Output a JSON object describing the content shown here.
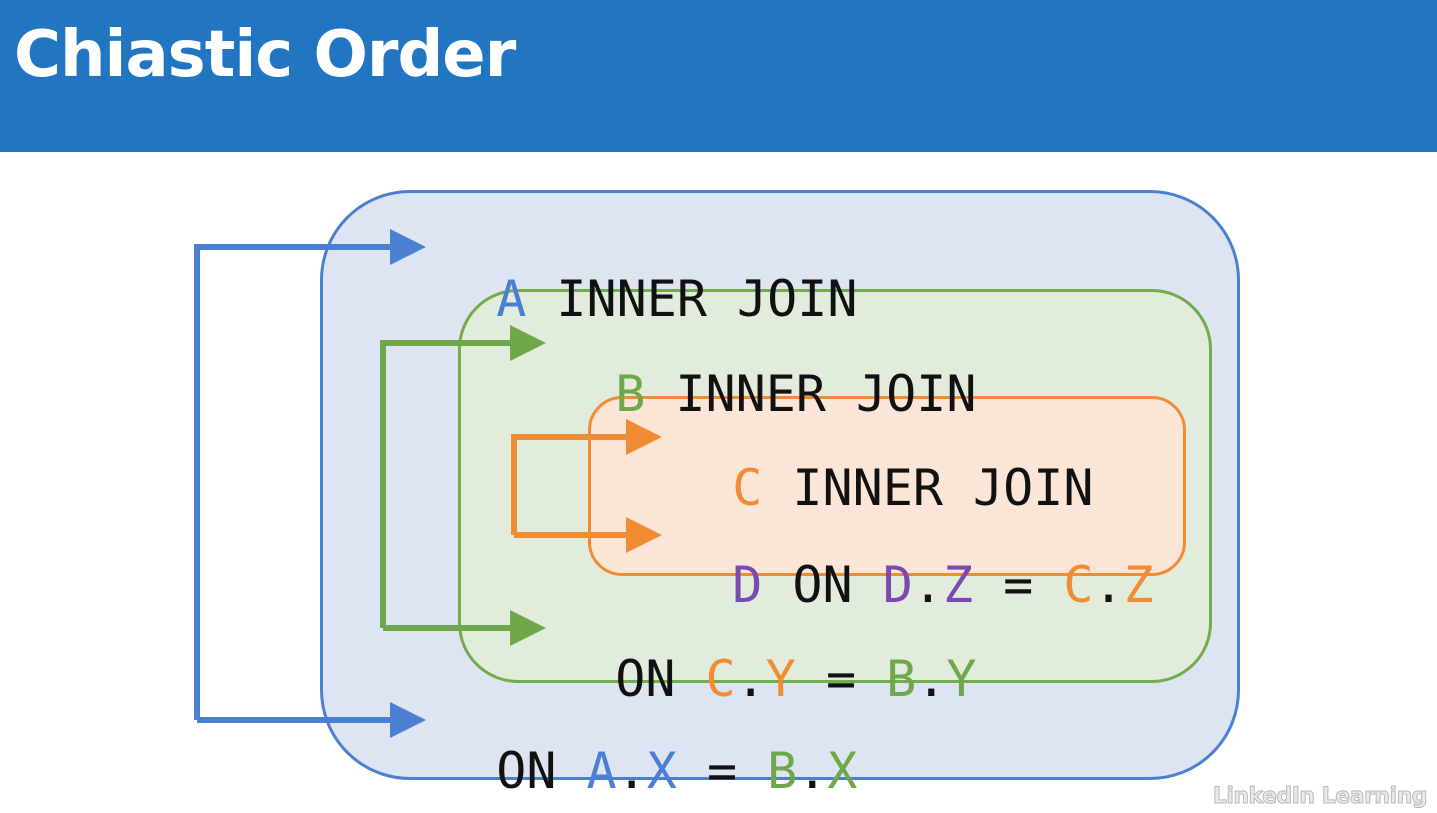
{
  "header": {
    "title": "Chiastic Order"
  },
  "colors": {
    "header_bg": "#2276c1",
    "blue": "#4a7fd2",
    "green": "#6fa84b",
    "orange": "#f28c32",
    "purple": "#7a4ab1"
  },
  "diagram": {
    "line_a_join": [
      "A",
      " INNER JOIN"
    ],
    "line_b_join": [
      "B",
      " INNER JOIN"
    ],
    "line_c_join": [
      "C",
      " INNER JOIN"
    ],
    "line_d_on": [
      "D",
      " ON ",
      "D",
      ".",
      "Z",
      " = ",
      "C",
      ".",
      "Z"
    ],
    "line_cb_on": [
      "ON ",
      "C",
      ".",
      "Y",
      " = ",
      "B",
      ".",
      "Y"
    ],
    "line_ab_on": [
      "ON ",
      "A",
      ".",
      "X",
      " = ",
      "B",
      ".",
      "X"
    ]
  },
  "watermark": "LinkedIn Learning"
}
